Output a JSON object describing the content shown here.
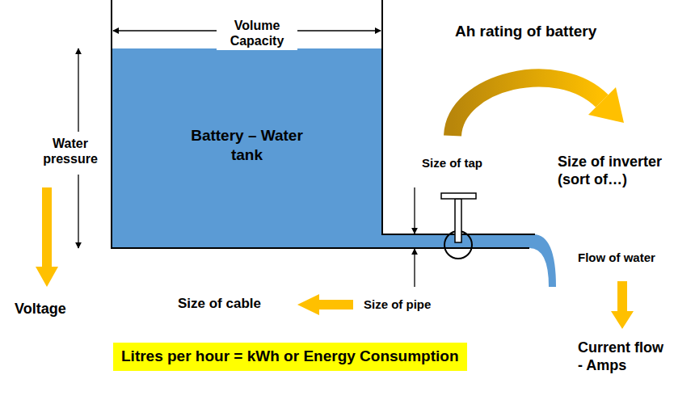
{
  "diagram": {
    "nodes": [
      {
        "text": [
          "Battery – Water tank"
        ]
      },
      {
        "text": [
          "Litres per hour = kWh or Energy Consumption"
        ]
      }
    ],
    "labels": [
      "Volume Capacity",
      "Ah rating of battery",
      "Water pressure",
      "Size of tap",
      "Size of inverter (sort of…)",
      "Flow of water",
      "Voltage",
      "Size of cable",
      "Size of pipe",
      "Current flow - Amps"
    ]
  }
}
